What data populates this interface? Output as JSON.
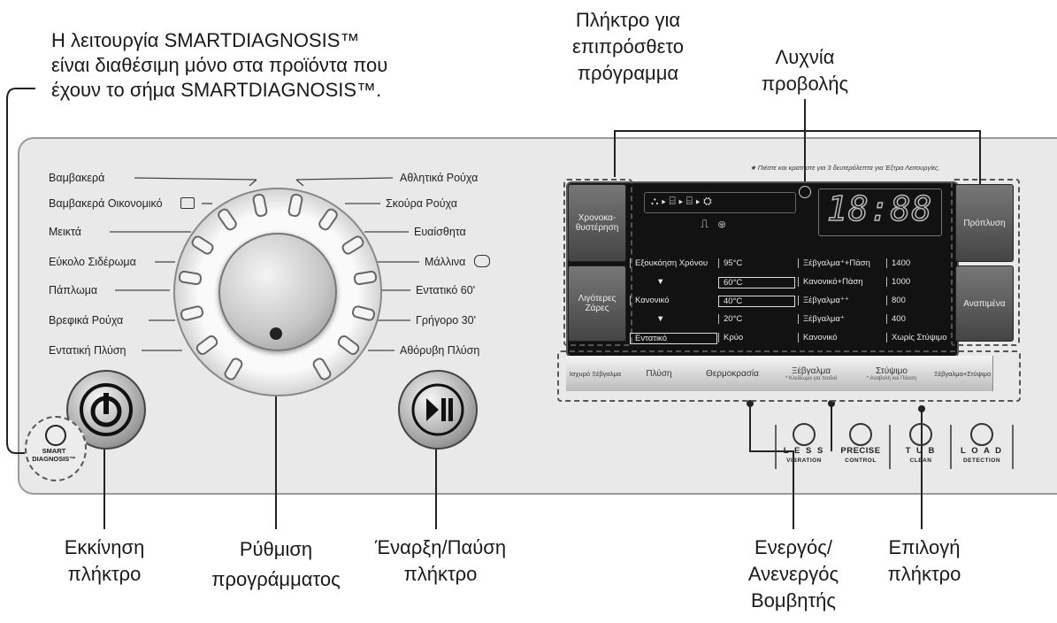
{
  "note": {
    "line1": "Η λειτουργία SMARTDIAGNOSIS™",
    "line2": "είναι διαθέσιμη μόνο στα προϊόντα που",
    "line3": "έχουν το σήμα SMARTDIAGNOSIS™."
  },
  "callouts": {
    "extra_program": [
      "Πλήκτρο για",
      "επιπρόσθετο",
      "πρόγραμμα"
    ],
    "lamp": [
      "Λυχνία",
      "προβολής"
    ],
    "power": [
      "Εκκίνηση",
      "πλήκτρο"
    ],
    "program": [
      "Ρύθμιση",
      "προγράμματος"
    ],
    "start_pause": [
      "Έναρξη/Παύση",
      "πλήκτρο"
    ],
    "buzzer": [
      "Ενεργός/",
      "Ανενεργός",
      "Βομβητής"
    ],
    "option": [
      "Επιλογή",
      "πλήκτρο"
    ]
  },
  "programs_left": [
    "Βαμβακερά",
    "Βαμβακερά Οικονομικό",
    "Μεικτά",
    "Εύκολο Σιδέρωμα",
    "Πάπλωμα",
    "Βρεφικά Ρούχα",
    "Εντατική Πλύση"
  ],
  "programs_right": [
    "Αθλητικά Ρούχα",
    "Σκούρα Ρούχα",
    "Ευαίσθητα",
    "Μάλλινα",
    "Εντατικό 60'",
    "Γρήγορο 30'",
    "Αθόρυβη Πλύση"
  ],
  "hint": "★ Πιέστε και κρατήστε για 3 δευτερόλεπτα για Έξτρα Λειτουργίες.",
  "display": {
    "digits": "18:88",
    "side_left": [
      "Χρονοκα-\nθυστέρηση",
      "Λιγότερες\nΖάρες"
    ],
    "side_right": [
      "Πρόπλυση",
      "Αναπιμένα"
    ],
    "col_soil": [
      "Εξουκόηση Χρόνου",
      "▼",
      "Κανονικό",
      "▼",
      "Εντατικό"
    ],
    "col_temp": [
      "95°C",
      "60°C",
      "40°C",
      "20°C",
      "Κρύο"
    ],
    "col_rinse": [
      "Ξέβγαλμα⁺+Πάση",
      "Κανονικό+Πάση",
      "Ξέβγαλμα⁺⁺",
      "Ξέβγαλμα⁺",
      "Κανονικό"
    ],
    "col_spin": [
      "1400",
      "1000",
      "800",
      "400",
      "Χωρίς Στύψιμο"
    ]
  },
  "option_buttons": [
    {
      "label": "Ισχυρό Ξέβγαλμα",
      "sub": ""
    },
    {
      "label": "Πλύση",
      "sub": ""
    },
    {
      "label": "Θερμοκρασία",
      "sub": ""
    },
    {
      "label": "Ξέβγαλμα",
      "sub": "* Κλείδωμα για παιδιά"
    },
    {
      "label": "Στύψιμο",
      "sub": "* Αναβολή και Πάυση"
    },
    {
      "label": "Ξέβγαλμα+Στύψιμο",
      "sub": ""
    }
  ],
  "features": [
    {
      "line1": "L E S S",
      "line2": "VIBRATION"
    },
    {
      "line1": "PRECISE",
      "line2": "CONTROL"
    },
    {
      "line1": "T U B",
      "line2": "CLEAN"
    },
    {
      "line1": "L O A D",
      "line2": "DETECTION"
    }
  ],
  "smart_badge": {
    "line1": "SMART",
    "line2": "DIAGNOSIS™"
  }
}
